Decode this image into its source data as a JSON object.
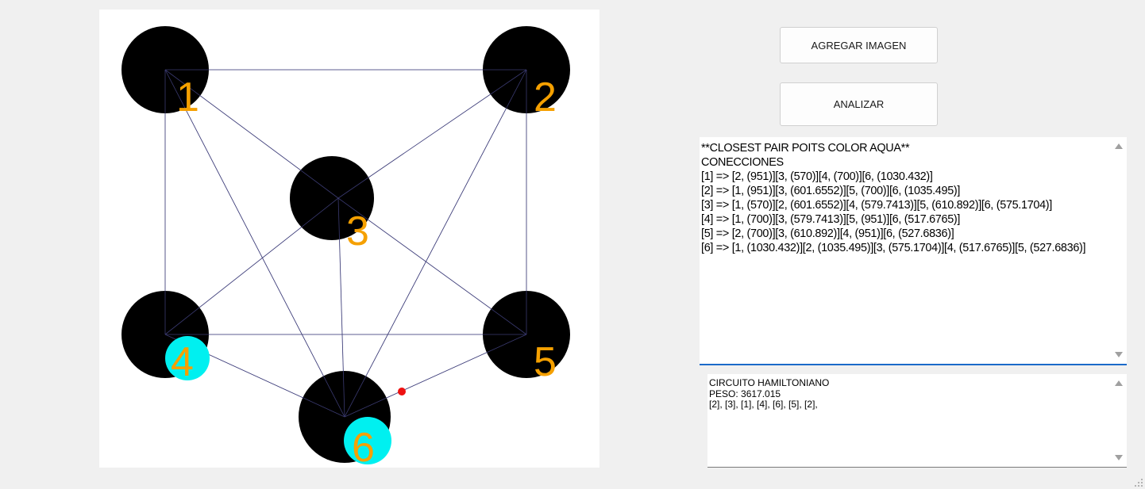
{
  "buttons": {
    "add_image": "AGREGAR IMAGEN",
    "analyze": "ANALIZAR"
  },
  "connections_text": "**CLOSEST PAIR POITS COLOR AQUA**\nCONECCIONES\n[1] => [2, (951)][3, (570)][4, (700)][6, (1030.432)]\n[2] => [1, (951)][3, (601.6552)][5, (700)][6, (1035.495)]\n[3] => [1, (570)][2, (601.6552)][4, (579.7413)][5, (610.892)][6, (575.1704)]\n[4] => [1, (700)][3, (579.7413)][5, (951)][6, (517.6765)]\n[5] => [2, (700)][3, (610.892)][4, (951)][6, (527.6836)]\n[6] => [1, (1030.432)][2, (1035.495)][3, (575.1704)][4, (517.6765)][5, (527.6836)]",
  "hamiltonian_text": "CIRCUITO HAMILTONIANO\nPESO: 3617.015\n[2], [3], [1], [4], [6], [5], [2],",
  "graph": {
    "nodes": [
      {
        "label": "1"
      },
      {
        "label": "2"
      },
      {
        "label": "3"
      },
      {
        "label": "4"
      },
      {
        "label": "5"
      },
      {
        "label": "6"
      }
    ],
    "closest_pair": [
      "4",
      "6"
    ],
    "colors": {
      "node_fill": "#000000",
      "highlight": "#00f0f0",
      "label": "#f5a000",
      "edge": "#c8c8f0",
      "marker": "#ee1111"
    }
  }
}
